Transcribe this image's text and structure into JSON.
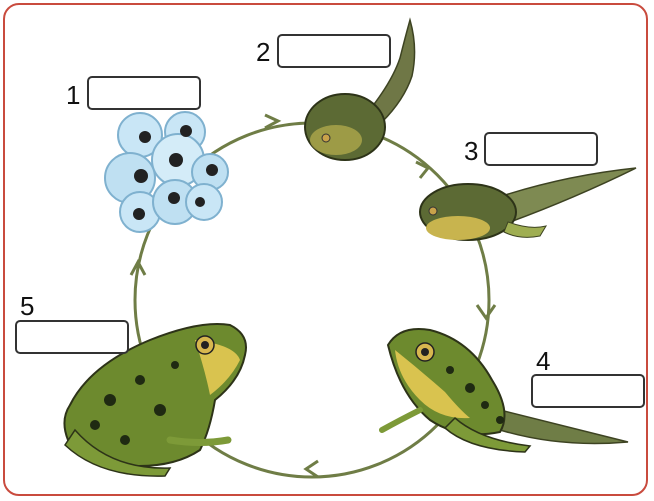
{
  "stages": [
    {
      "number": "1",
      "name": "frogspawn-eggs",
      "answer": ""
    },
    {
      "number": "2",
      "name": "tadpole",
      "answer": ""
    },
    {
      "number": "3",
      "name": "tadpole-with-legs",
      "answer": ""
    },
    {
      "number": "4",
      "name": "froglet",
      "answer": ""
    },
    {
      "number": "5",
      "name": "adult-frog",
      "answer": ""
    }
  ],
  "colors": {
    "border": "#c94b3e",
    "cycle": "#6f7d46",
    "frog_green": "#6d8a2e",
    "frog_belly": "#d9c34f",
    "egg": "#bfe0f2"
  }
}
